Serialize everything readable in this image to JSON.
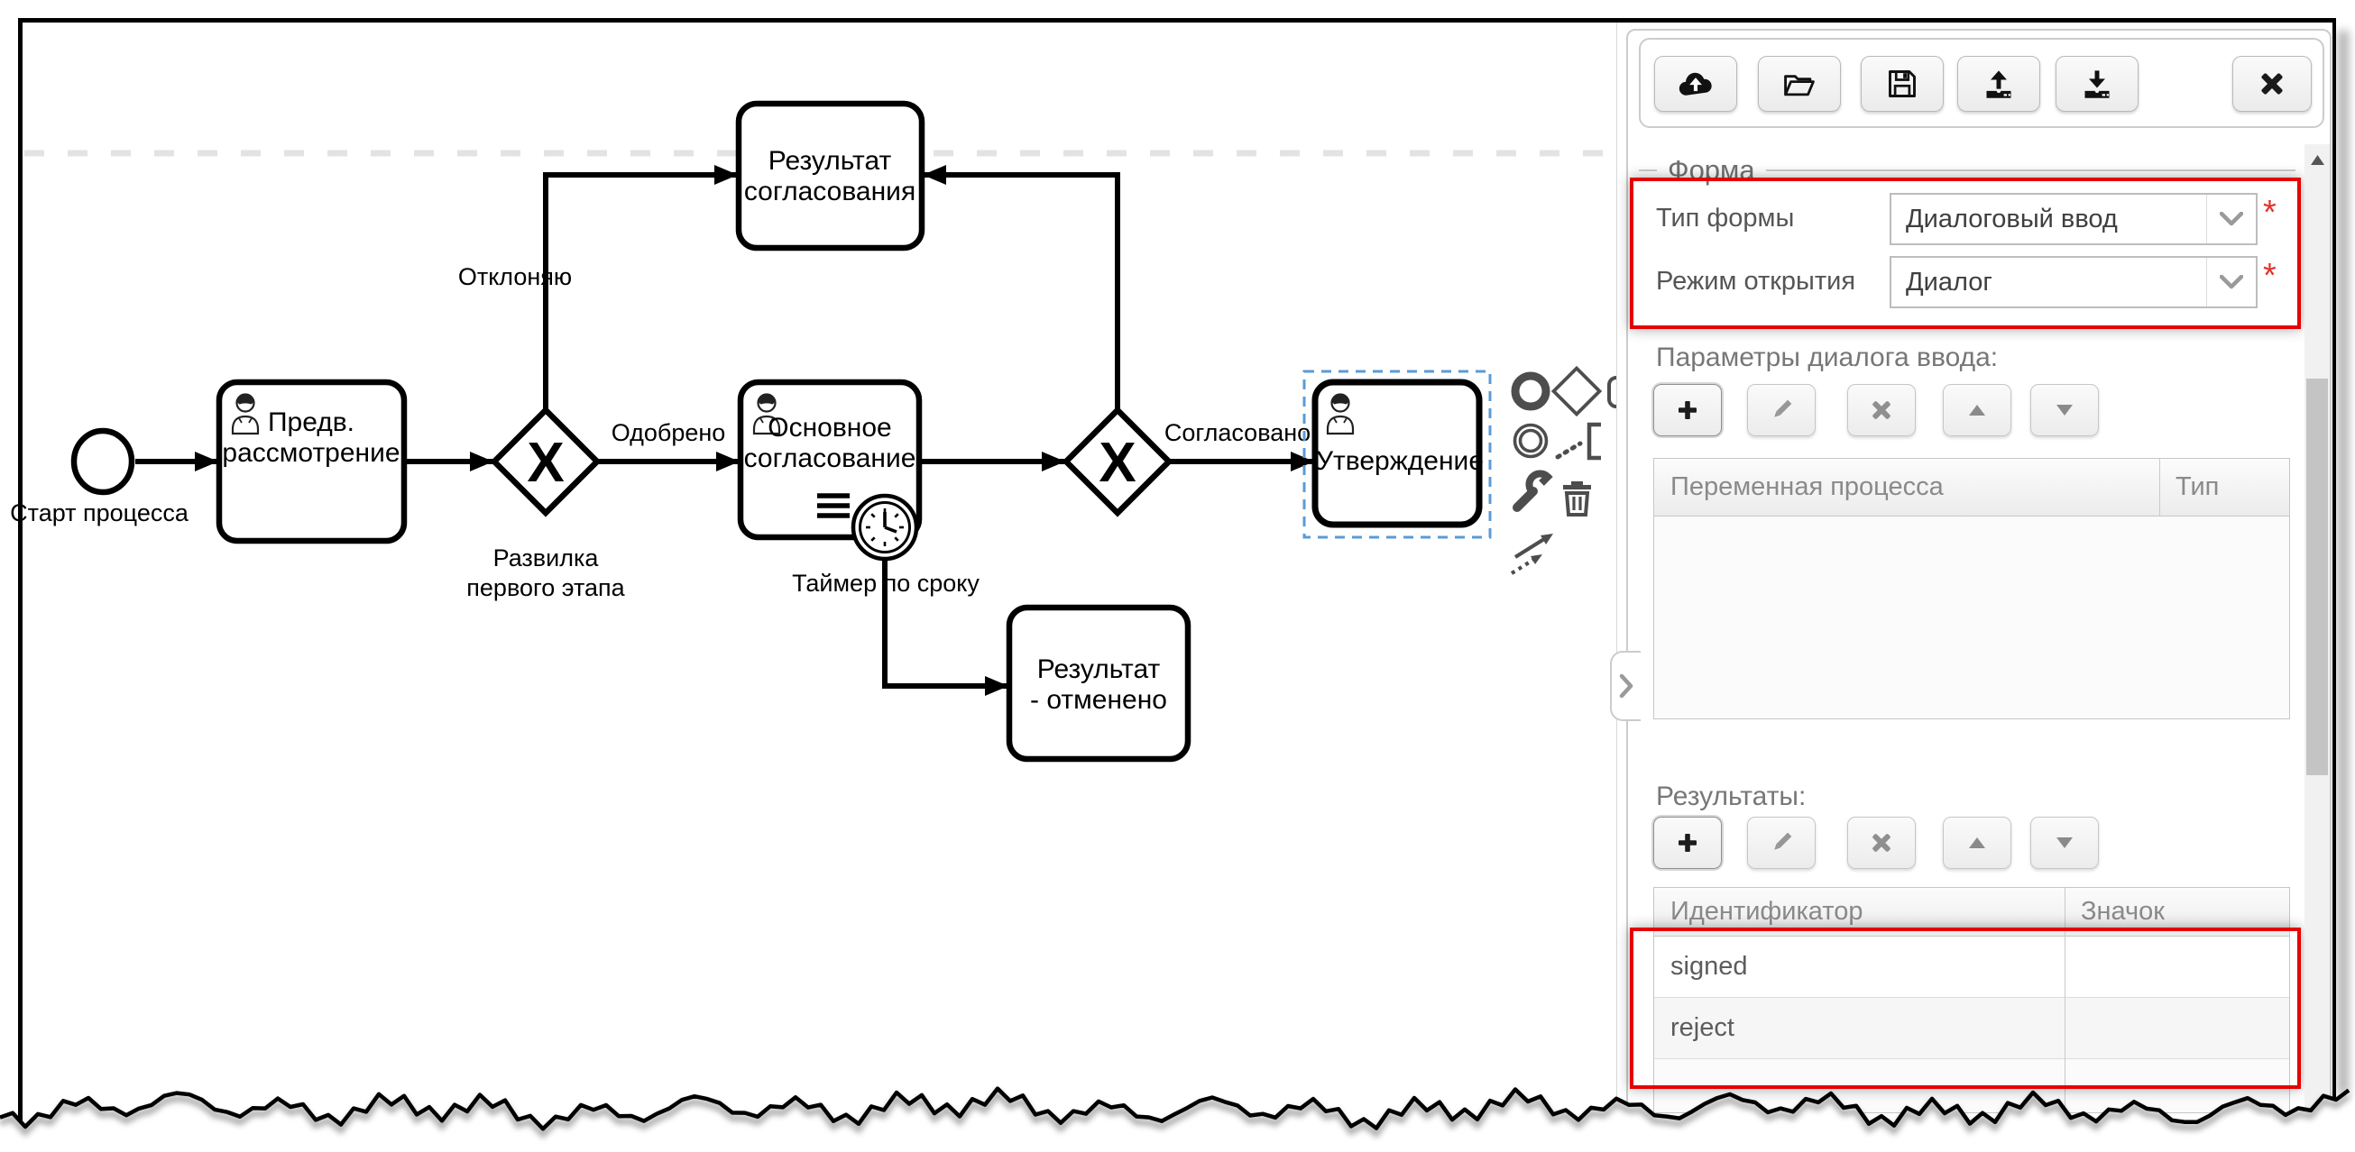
{
  "diagram": {
    "start": {
      "label": "Старт процесса"
    },
    "task_preliminary": {
      "line1": "Предв.",
      "line2": "рассмотрение"
    },
    "gateway1": {
      "marker": "X",
      "label_line1": "Развилка",
      "label_line2": "первого этапа"
    },
    "gateway2": {
      "marker": "X"
    },
    "edge_decline": {
      "label": "Отклоняю"
    },
    "edge_approved": {
      "label": "Одобрено"
    },
    "edge_agreed": {
      "label": "Согласовано"
    },
    "result_agreement": {
      "line1": "Результат",
      "line2": "согласования"
    },
    "task_main": {
      "line1": "Основное",
      "line2": "согласование"
    },
    "timer": {
      "label": "Таймер по сроку"
    },
    "task_approval": {
      "label": "Утверждение"
    },
    "result_cancelled": {
      "line1": "Результат",
      "line2": "- отменено"
    },
    "context_pad_icons": [
      "end-event",
      "gateway",
      "task",
      "intermediate-event",
      "text-annotation",
      "wrench",
      "trash",
      "connect-arrows"
    ],
    "selection_color": "#5b9bd5"
  },
  "panel": {
    "toolbar": {
      "buttons": [
        "cloud-upload",
        "folder-open",
        "save",
        "upload",
        "download"
      ],
      "close_icon": "close"
    },
    "form": {
      "legend": "Форма",
      "fields": [
        {
          "label": "Тип формы",
          "value": "Диалоговый ввод",
          "required": "*"
        },
        {
          "label": "Режим открытия",
          "value": "Диалог",
          "required": "*"
        }
      ]
    },
    "list_toolbar_icons": [
      "add",
      "edit",
      "remove",
      "move-up",
      "move-down"
    ],
    "params": {
      "title": "Параметры диалога ввода:",
      "columns": [
        "Переменная процесса",
        "Тип"
      ],
      "rows": []
    },
    "results": {
      "title": "Результаты:",
      "columns": [
        "Идентификатор",
        "Значок"
      ],
      "rows": [
        "signed",
        "reject"
      ]
    },
    "highlight_color": "#e60000"
  }
}
